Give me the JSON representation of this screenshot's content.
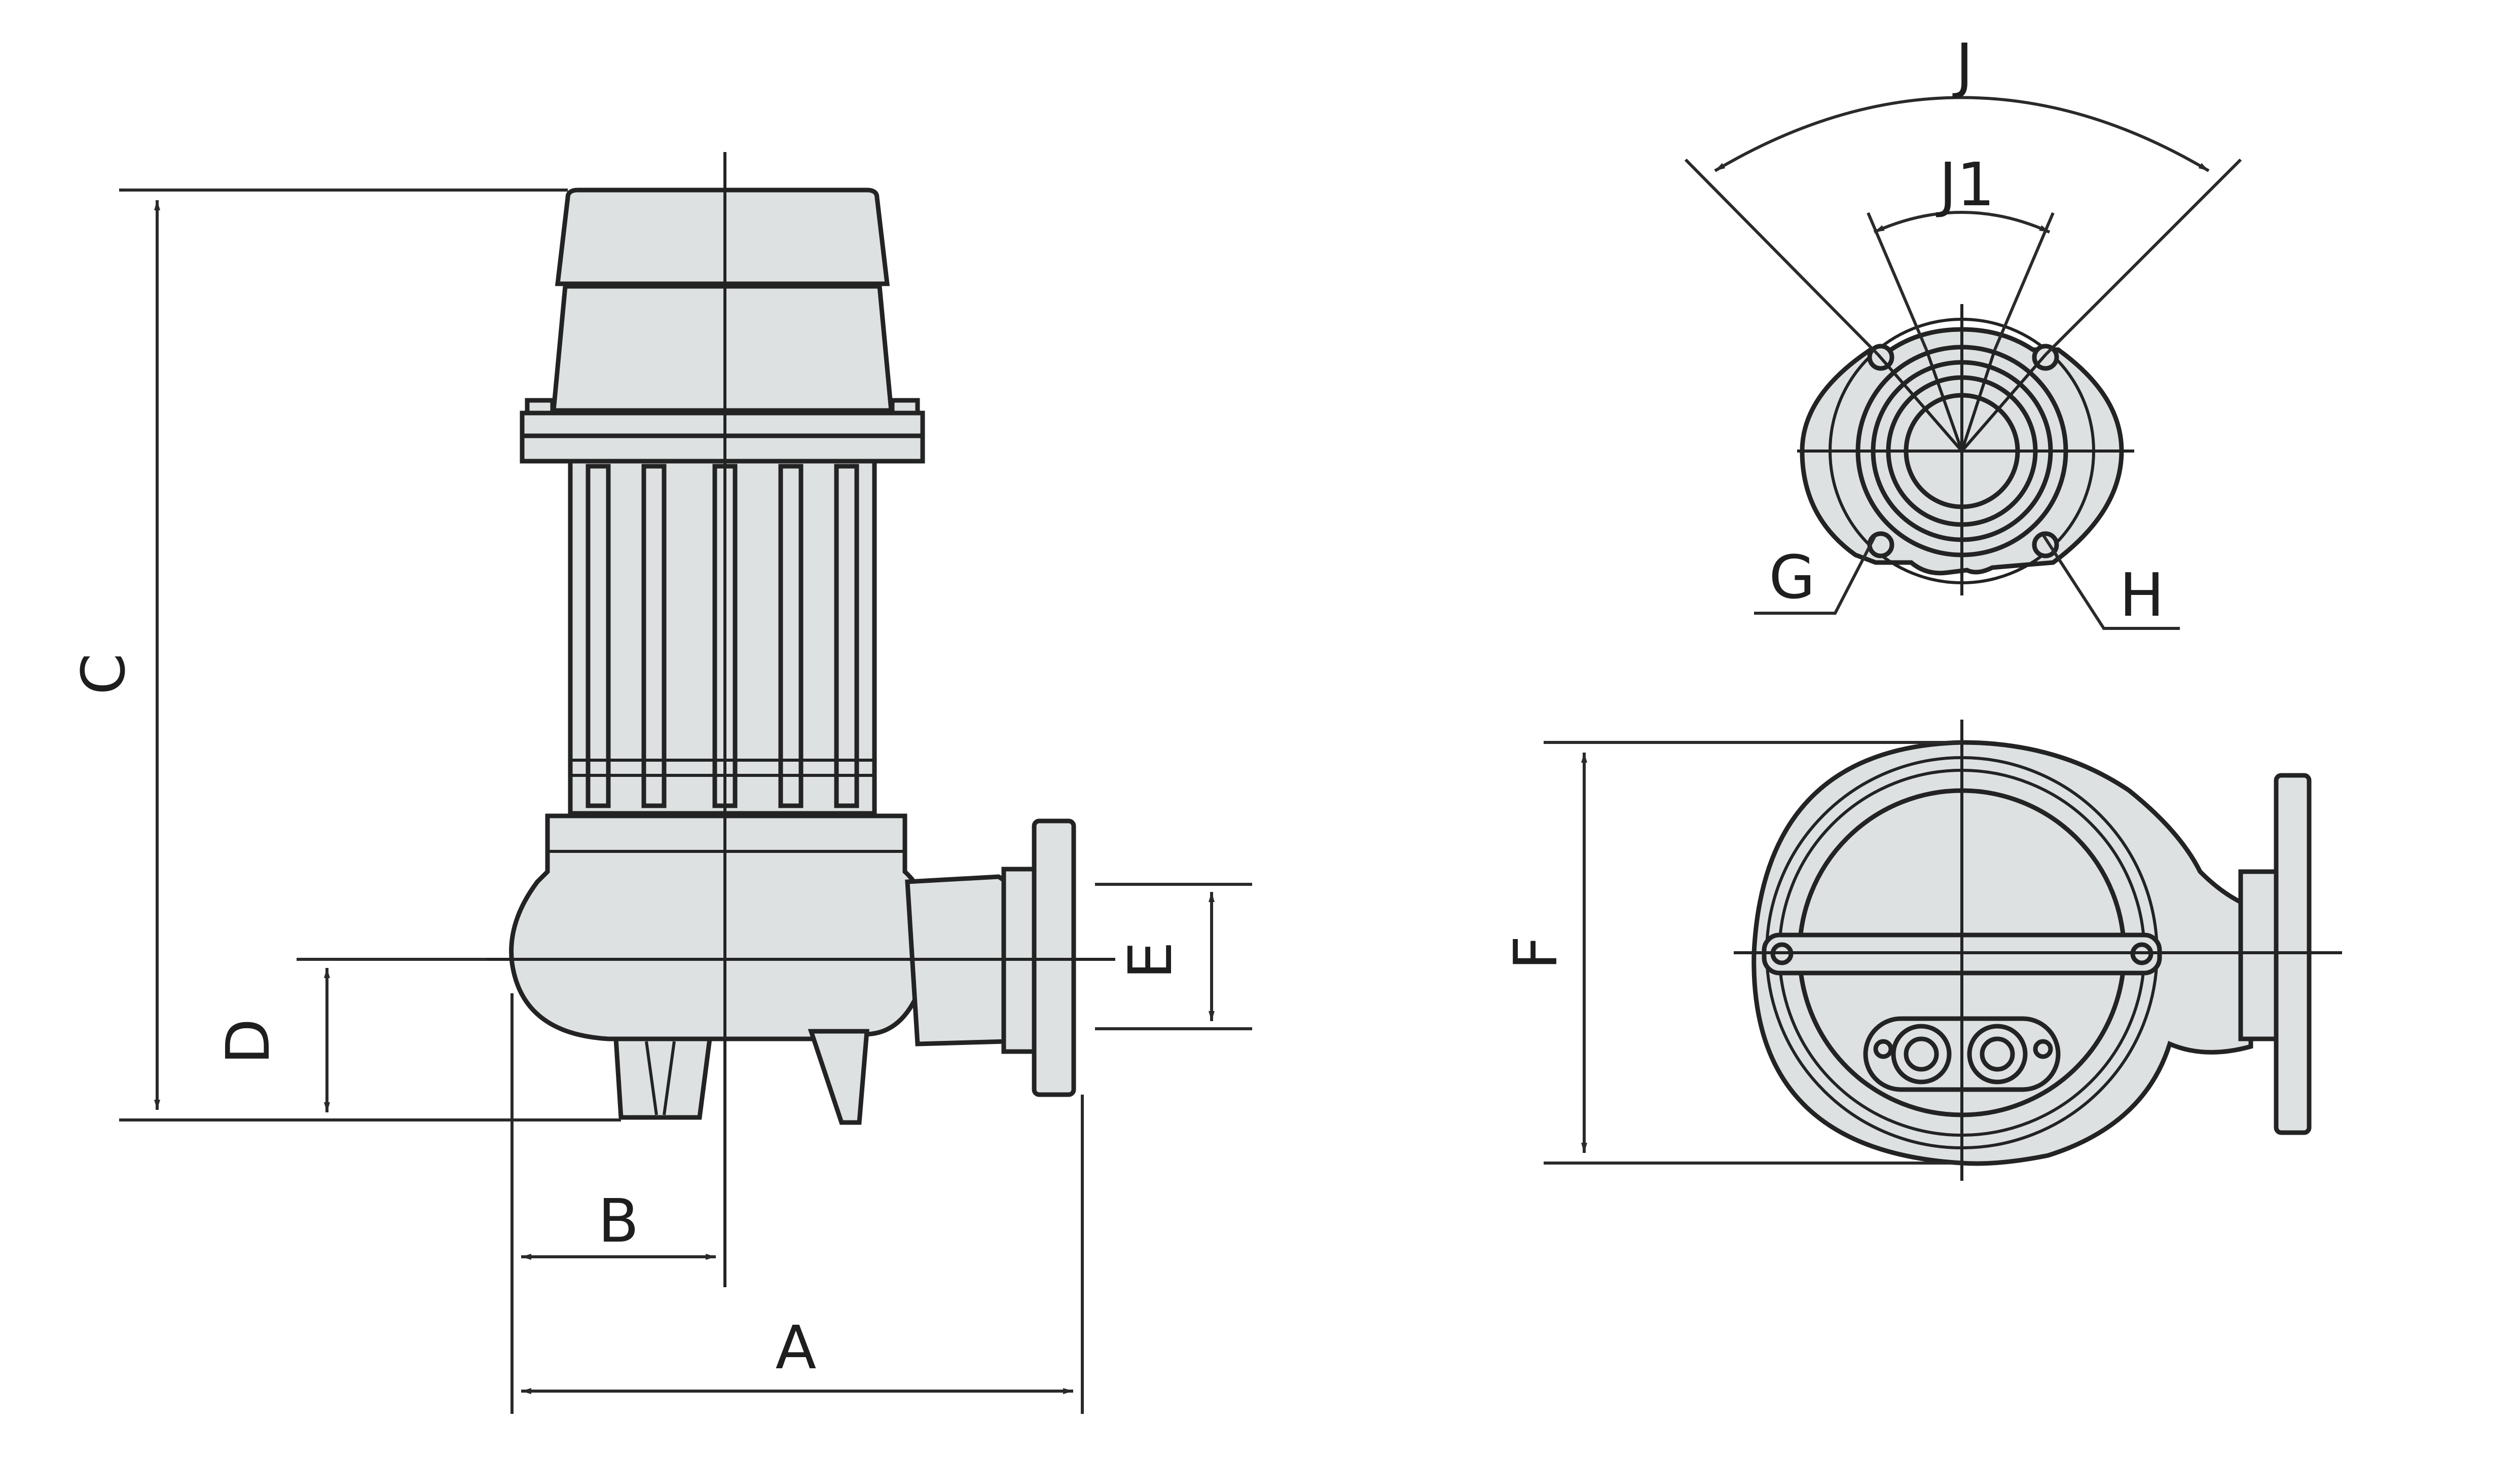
{
  "diagram": {
    "dimension_labels": {
      "A": "A",
      "B": "B",
      "C": "C",
      "D": "D",
      "E": "E",
      "F": "F",
      "G": "G",
      "H": "H",
      "J": "J",
      "J1": "J1"
    },
    "colors": {
      "line": "#232323",
      "body_fill": "#dde1e2",
      "background": "#ffffff"
    }
  }
}
